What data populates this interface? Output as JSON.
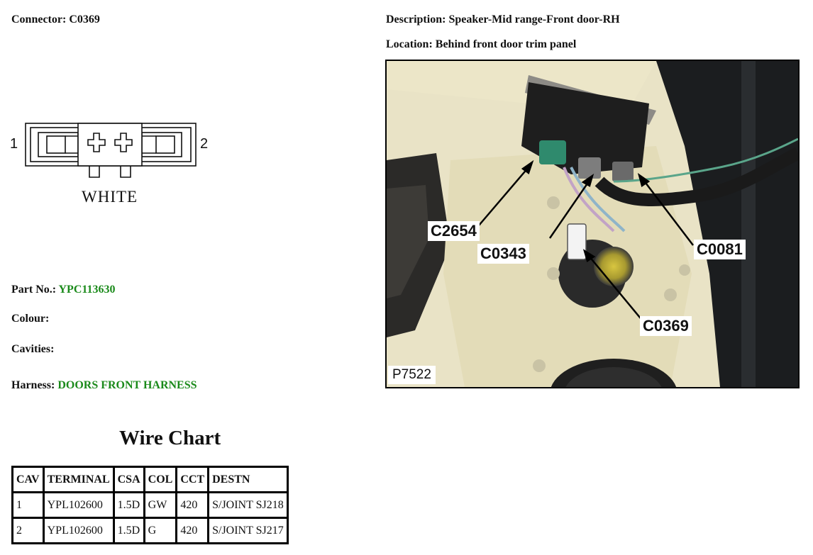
{
  "header": {
    "connector_label": "Connector:",
    "connector_value": "C0369",
    "description_label": "Description:",
    "description_value": "Speaker-Mid range-Front door-RH",
    "location_label": "Location:",
    "location_value": "Behind front door trim panel"
  },
  "connector_diagram": {
    "pin_left": "1",
    "pin_right": "2",
    "color_label": "WHITE"
  },
  "details": {
    "part_label": "Part No.:",
    "part_value": "YPC113630",
    "colour_label": "Colour:",
    "colour_value": "",
    "cavities_label": "Cavities:",
    "cavities_value": "",
    "harness_label": "Harness:",
    "harness_value": "DOORS FRONT HARNESS",
    "highlight_color": "#1a8a1a"
  },
  "wire_chart": {
    "title": "Wire Chart",
    "columns": [
      "CAV",
      "TERMINAL",
      "CSA",
      "COL",
      "CCT",
      "DESTN"
    ],
    "rows": [
      [
        "1",
        "YPL102600",
        "1.5D",
        "GW",
        "420",
        "S/JOINT SJ218"
      ],
      [
        "2",
        "YPL102600",
        "1.5D",
        "G",
        "420",
        "S/JOINT SJ217"
      ]
    ]
  },
  "photo": {
    "callouts": [
      "C2654",
      "C0343",
      "C0081",
      "C0369"
    ],
    "photo_id": "P7522"
  }
}
